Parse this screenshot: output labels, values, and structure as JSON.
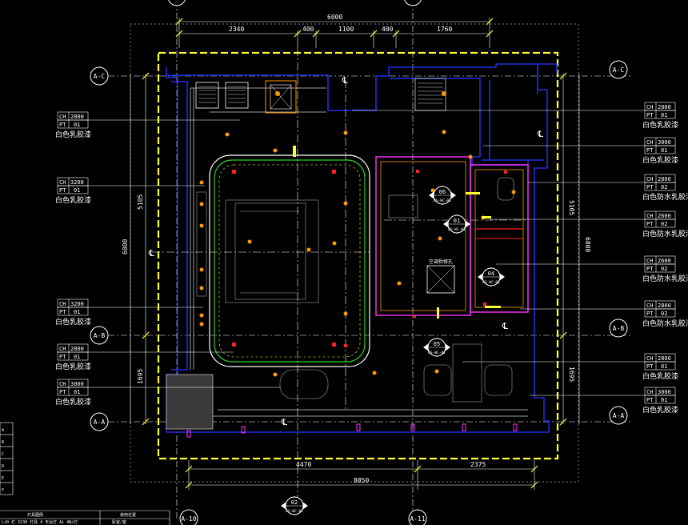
{
  "colors": {
    "background": "#000000",
    "outline": "#ffff33",
    "wall_blue": "#1f2fe0",
    "dim_white": "#ffffff",
    "wall_grey": "#9a9a9a",
    "accent_red": "#ff2222",
    "accent_magenta": "#ff33ff",
    "accent_green": "#22cc22",
    "accent_orange": "#ff9900",
    "label_box": "#ffffff"
  },
  "grid_axes": {
    "left_labels": [
      "A-C",
      "A-B",
      "A-A"
    ],
    "right_labels": [
      "A-C",
      "A-B",
      "A-A"
    ],
    "bottom_labels": [
      "A-10",
      "A-11"
    ]
  },
  "dimensions": {
    "top_total": "6000",
    "top_segments": [
      "2340",
      "400",
      "1100",
      "400",
      "1760"
    ],
    "bottom_segments": [
      "4470",
      "2375"
    ],
    "bottom_total": "8850",
    "left_vertical": [
      "5105",
      "6800",
      "1695"
    ],
    "right_vertical": [
      "5105",
      "6800",
      "1695"
    ]
  },
  "ceiling_tags_left": [
    {
      "ch": "CH",
      "height": "2800",
      "pt": "PT",
      "code": "01",
      "finish": "白色乳胶漆"
    },
    {
      "ch": "CH",
      "height": "3200",
      "pt": "PT",
      "code": "01",
      "finish": "白色乳胶漆"
    },
    {
      "ch": "CH",
      "height": "3200",
      "pt": "PT",
      "code": "01",
      "finish": "白色乳胶漆"
    },
    {
      "ch": "CH",
      "height": "2800",
      "pt": "PT",
      "code": "01",
      "finish": "白色乳胶漆"
    },
    {
      "ch": "CH",
      "height": "3000",
      "pt": "PT",
      "code": "01",
      "finish": "白色乳胶漆"
    }
  ],
  "ceiling_tags_right": [
    {
      "ch": "CH",
      "height": "2800",
      "pt": "PT",
      "code": "01",
      "finish": "白色乳胶漆"
    },
    {
      "ch": "CH",
      "height": "3000",
      "pt": "PT",
      "code": "01",
      "finish": "白色乳胶漆"
    },
    {
      "ch": "CH",
      "height": "2800",
      "pt": "PT",
      "code": "02",
      "finish": "白色防水乳胶漆"
    },
    {
      "ch": "CH",
      "height": "2600",
      "pt": "PT",
      "code": "02",
      "finish": "白色防水乳胶漆"
    },
    {
      "ch": "CH",
      "height": "2600",
      "pt": "PT",
      "code": "02",
      "finish": "白色防水乳胶漆"
    },
    {
      "ch": "CH",
      "height": "2800",
      "pt": "PT",
      "code": "02",
      "finish": "白色防水乳胶漆"
    },
    {
      "ch": "CH",
      "height": "2800",
      "pt": "PT",
      "code": "01",
      "finish": "白色乳胶漆"
    },
    {
      "ch": "CH",
      "height": "3000",
      "pt": "PT",
      "code": "01",
      "finish": "白色乳胶漆"
    }
  ],
  "detail_bubbles": [
    {
      "num": "06",
      "ref": "DS-WC-01"
    },
    {
      "num": "01",
      "ref": "DS-WC-01"
    },
    {
      "num": "04",
      "ref": "DS-WC-01"
    },
    {
      "num": "05",
      "ref": "DS-WC-01"
    },
    {
      "num": "02",
      "ref": "DS-WC-01"
    }
  ],
  "room_note": "空调检修孔",
  "centerline_mark": "℄",
  "legend_fragments": {
    "header_left": "灯具图例",
    "header_right": "使用位置",
    "row1": "Li0 灯 3230 灯具 4 天台灯 Ai 4W/灯",
    "row1_right": "卧室/客",
    "rows_left": [
      "A",
      "B",
      "C",
      "D",
      "E",
      "F"
    ]
  }
}
